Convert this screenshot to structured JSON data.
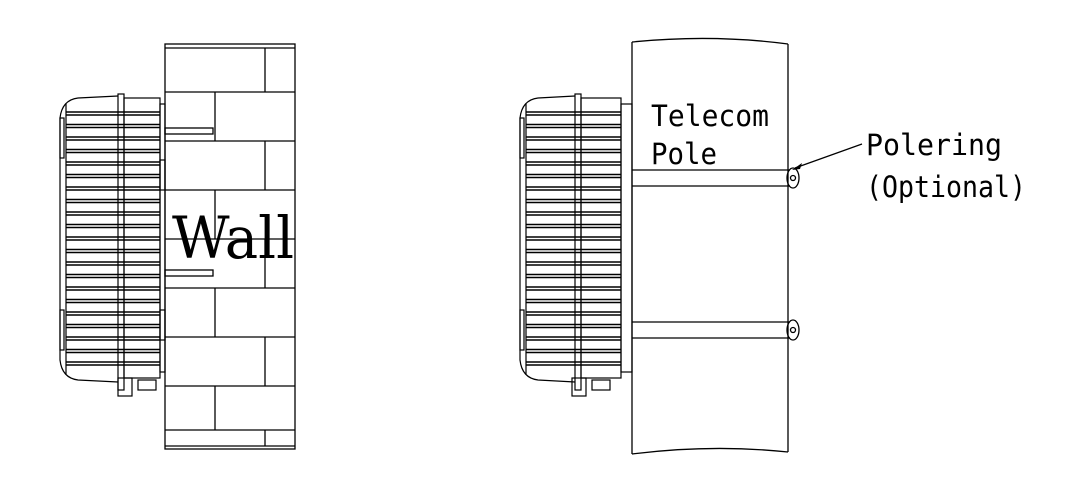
{
  "labels": {
    "wall": "Wall",
    "pole_line1": "Telecom",
    "pole_line2": "Pole",
    "polering_line1": "Polering",
    "polering_line2": "(Optional)"
  },
  "colors": {
    "line": "#000000",
    "background": "#ffffff"
  }
}
